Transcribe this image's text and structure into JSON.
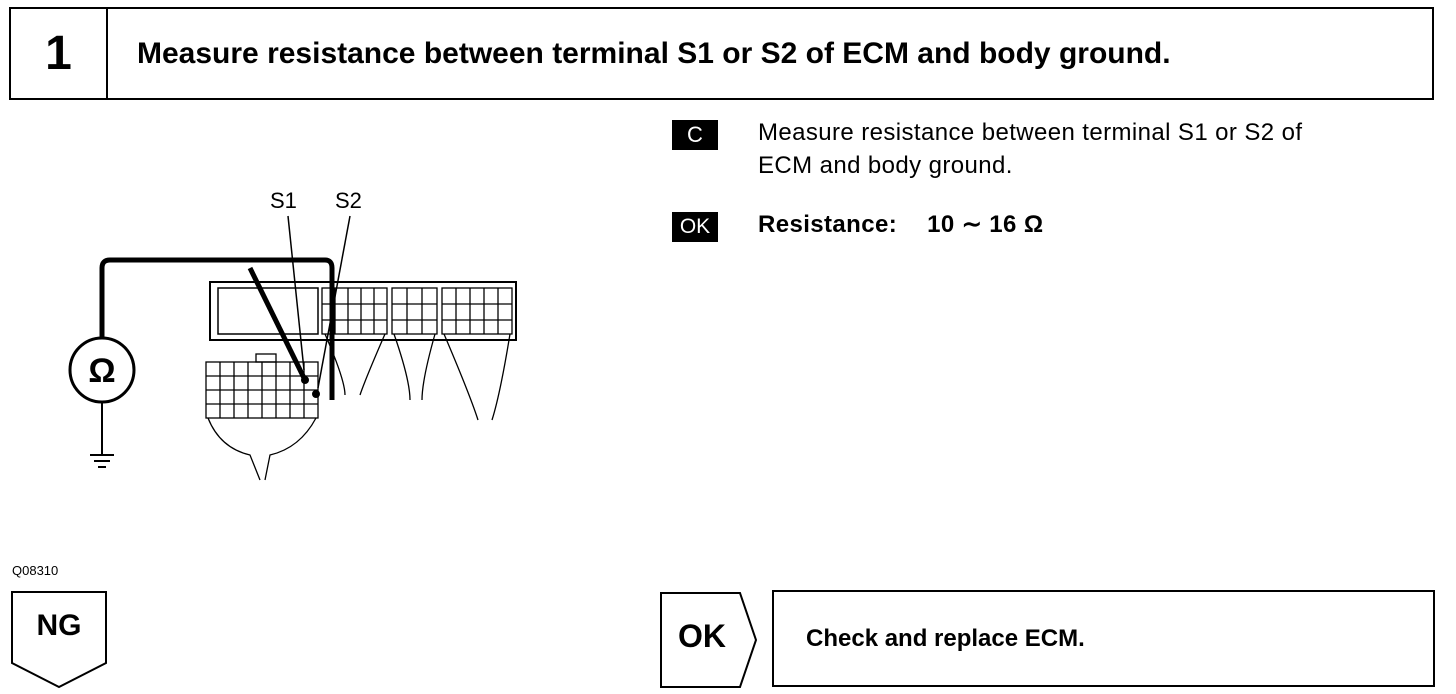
{
  "step": {
    "number": "1",
    "title": "Measure resistance between terminal S1 or S2 of ECM and body ground."
  },
  "diagram": {
    "terminal_labels": [
      "S1",
      "S2"
    ],
    "meter_symbol": "Ω",
    "figure_code": "Q08310"
  },
  "instruction": {
    "badge": "C",
    "line1": "Measure resistance between terminal S1 or S2 of",
    "line2": "ECM and body ground."
  },
  "spec": {
    "badge": "OK",
    "label": "Resistance:",
    "value": "10 ∼ 16 Ω"
  },
  "branches": {
    "ng_label": "NG",
    "ok_label": "OK",
    "ok_action": "Check and replace ECM."
  }
}
